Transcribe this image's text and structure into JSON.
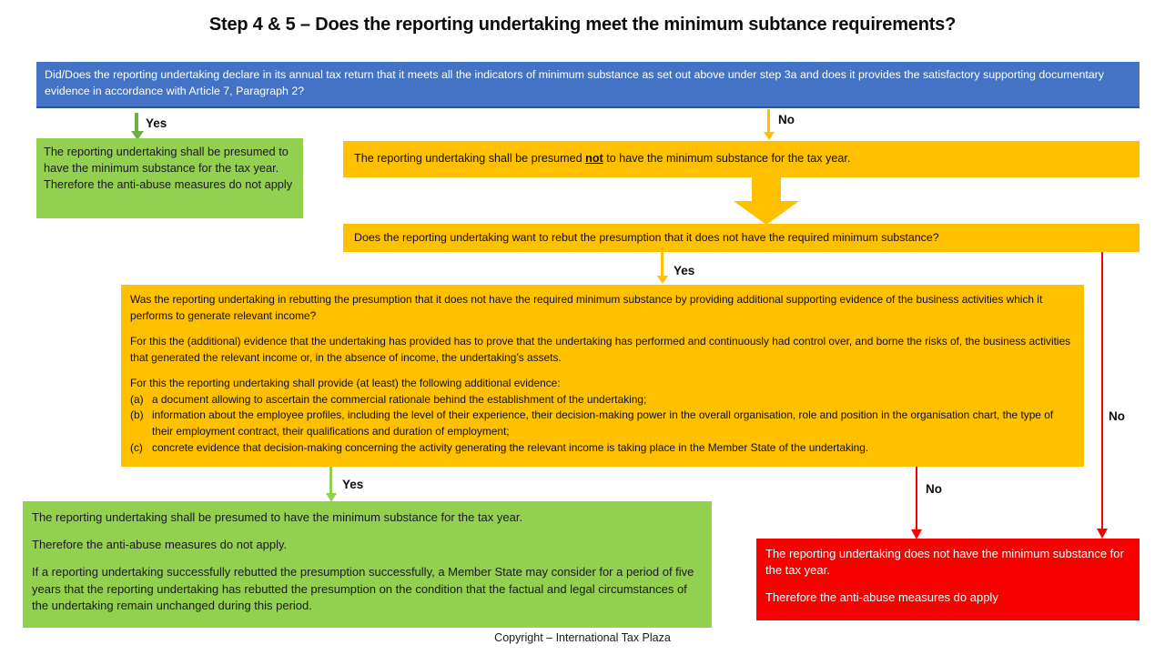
{
  "title": "Step 4 & 5 – Does the reporting undertaking meet the minimum subtance requirements?",
  "footer": "Copyright – International Tax Plaza",
  "colors": {
    "blue": "#4472C4",
    "green": "#92D050",
    "green_arrow": "#70AD47",
    "orange": "#FFC000",
    "red": "#F80000",
    "text_dark": "#0D0D0D",
    "text_light": "#FFFFFF"
  },
  "nodes": {
    "decision_declaration": {
      "id": "blue-decision",
      "color": "#4472C4",
      "text": "Did/Does the reporting undertaking declare in its annual tax return that it meets all the indicators of minimum substance as set out above under step 3a and does it provides the satisfactory supporting documentary evidence in accordance with Article 7, Paragraph 2?"
    },
    "outcome_has_substance": {
      "id": "green-outcome-top",
      "color": "#92D050",
      "text": "The reporting undertaking shall be presumed to have the minimum substance for the tax year. Therefore the anti-abuse measures do not apply"
    },
    "presumed_not": {
      "id": "orange-presumed-not",
      "color": "#FFC000",
      "text_before": "The reporting undertaking shall be presumed ",
      "emphasis": "not",
      "text_after": " to have the minimum substance for the tax year."
    },
    "decision_rebut": {
      "id": "orange-decision-rebut",
      "color": "#FFC000",
      "text": "Does the reporting undertaking want to rebut the presumption that it does not have the required minimum substance?"
    },
    "decision_evidence": {
      "id": "orange-decision-evidence",
      "color": "#FFC000",
      "paragraphs": [
        "Was the reporting undertaking in rebutting the presumption that it does not have the required minimum substance by providing additional supporting evidence of the business activities which it performs to generate relevant income?",
        "For this the (additional) evidence that the undertaking has provided has to prove that the undertaking has performed and continuously had control over, and borne the risks of, the business activities that generated the relevant income or, in the absence of income, the undertaking’s assets.",
        "For this the reporting undertaking shall provide (at least) the following additional evidence:"
      ],
      "list": [
        {
          "marker": "(a)",
          "text": "a document allowing to ascertain the commercial rationale behind the establishment of the undertaking;"
        },
        {
          "marker": "(b)",
          "text": "information about the employee profiles, including the level of their experience, their decision-making power in the overall organisation, role and position in the organisation chart, the type of their employment contract, their qualifications and duration of employment;"
        },
        {
          "marker": "(c)",
          "text": "concrete evidence that decision-making concerning the activity generating the relevant income is taking place in the Member State of the undertaking."
        }
      ]
    },
    "outcome_rebutted": {
      "id": "green-outcome-bottom",
      "color": "#92D050",
      "paragraphs": [
        "The reporting undertaking shall be presumed to have the minimum substance for the tax year.",
        "Therefore the anti-abuse measures do not apply.",
        "If a reporting undertaking successfully rebutted the presumption successfully, a Member State may consider for a period of five years that the reporting undertaking has rebutted the presumption on the condition that the factual and legal circumstances of the undertaking remain unchanged during this period."
      ]
    },
    "outcome_no_substance": {
      "id": "red-outcome",
      "color": "#F80000",
      "paragraphs": [
        "The reporting undertaking does not  have the minimum substance for the tax year.",
        "Therefore the anti-abuse measures do apply"
      ]
    }
  },
  "edges": {
    "yes_top": {
      "label": "Yes",
      "color": "#70AD47"
    },
    "no_top": {
      "label": "No",
      "color": "#FFC000"
    },
    "presumed_to_rebut": {
      "label": "",
      "color": "#FFC000"
    },
    "yes_middle": {
      "label": "Yes",
      "color": "#FFC000"
    },
    "no_right_long": {
      "label": "No",
      "color": "#F80000"
    },
    "yes_bottom": {
      "label": "Yes",
      "color": "#92D050"
    },
    "no_bottom": {
      "label": "No",
      "color": "#F80000"
    }
  }
}
